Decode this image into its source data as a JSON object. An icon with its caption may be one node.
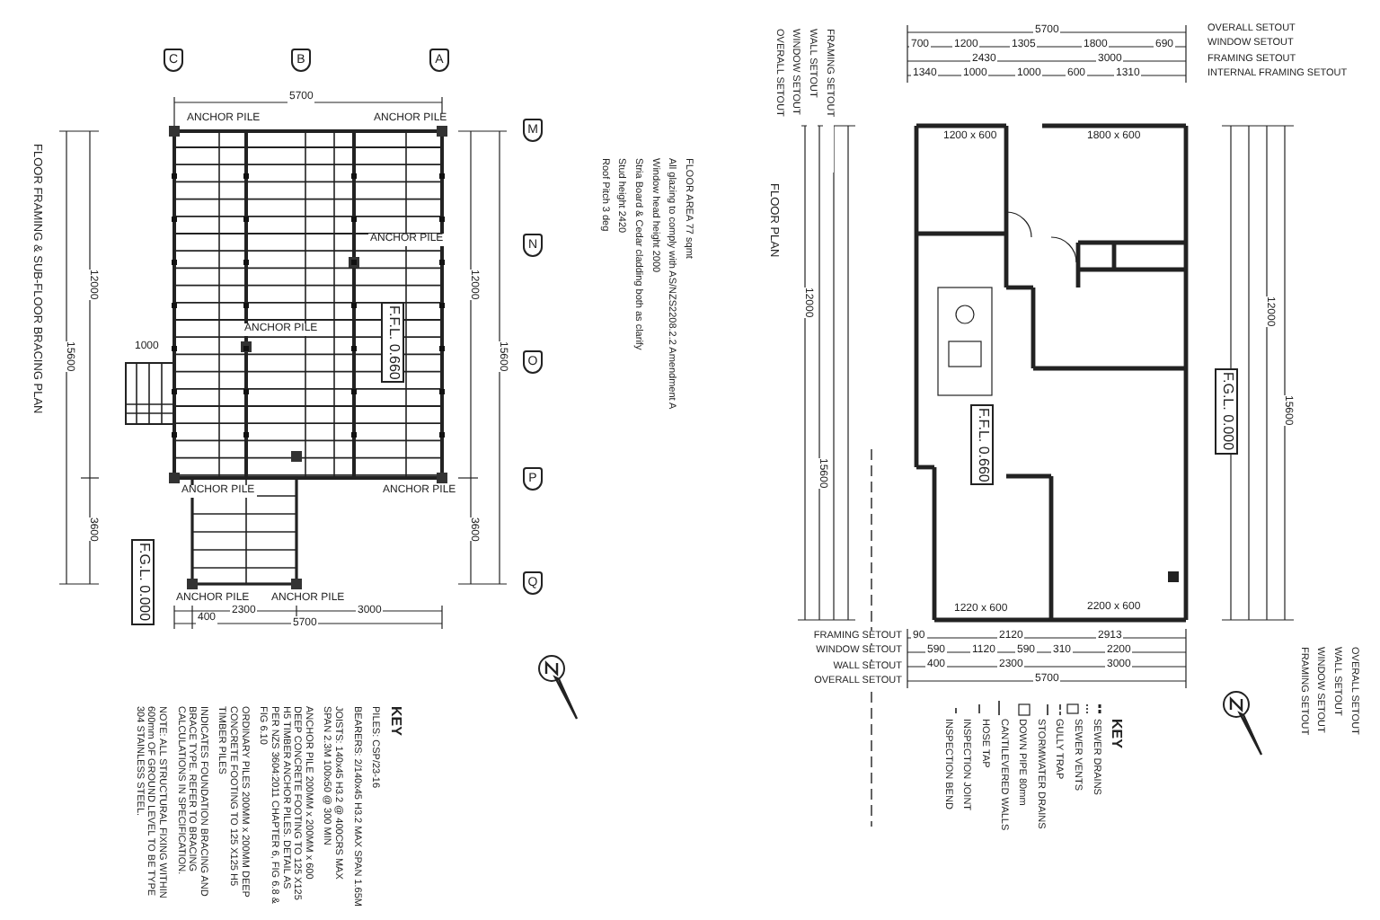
{
  "diagram": {
    "nodes": [
      {
        "text": [
          "C"
        ]
      },
      {
        "text": [
          "B"
        ]
      },
      {
        "text": [
          "A"
        ]
      },
      {
        "text": [
          "M"
        ]
      },
      {
        "text": [
          "N"
        ]
      },
      {
        "text": [
          "O"
        ]
      },
      {
        "text": [
          "P"
        ]
      },
      {
        "text": [
          "Q"
        ]
      }
    ],
    "labels": [
      "5700",
      "ANCHOR PILE",
      "ANCHOR PILE",
      "ANCHOR PILE",
      "ANCHOR PILE",
      "F.F.L. 0.660",
      "1000",
      "ANCHOR PILE",
      "ANCHOR PILE",
      "ANCHOR PILE",
      "ANCHOR PILE",
      "F.G.L. 0.000",
      "400",
      "2300",
      "3000",
      "5700",
      "15600",
      "12000",
      "3600",
      "12000",
      "15600",
      "3600",
      "FLOOR FRAMING & SUB-FLOOR BRACING PLAN",
      "KEY",
      "PILES: CSP/23-16",
      "BEARERS: 2/140x45 H3.2 MAX SPAN 1.65M",
      "JOISTS: 140x45 H3.2 @ 400CRS MAX SPAN 2.3M 100x50 @ 300 MIN",
      "ANCHOR PILE 200MM x 200MM x 600 DEEP CONCRETE FOOTING TO 125 X125 H5 TIMBER ANCHOR PILES. DETAIL AS PER NZS 3604:2011 CHAPTER 6, FIG 6.8 & FIG 6.10",
      "ORDINARY PILES 200MM x 200MM DEEP CONCRETE FOOTING TO 125 X125 H5 TIMBER PILES",
      "INDICATES FOUNDATION BRACING AND BRACE TYPE. REFER TO BRACING CALCULATIONS IN SPECIFICATION.",
      "NOTE: ALL STRUCTURAL FIXING WITHIN 600mm OF GROUND LEVEL TO BE TYPE 304 STAINLESS STEEL.",
      "FLOOR PLAN",
      "Roof Pitch 3 deg",
      "Stud height 2420",
      "Stria Board & Cedar cladding both as clarify",
      "Window head height 2000",
      "All glazing to comply with AS/NZS2208.2.2 Amendment A",
      "FLOOR AREA 77 sqmt",
      "OVERALL SETOUT",
      "WINDOW SETOUT",
      "WALL SETOUT",
      "FRAMING SETOUT",
      "12000",
      "15600",
      "5700",
      "700",
      "1200",
      "1305",
      "1800",
      "690",
      "2430",
      "3000",
      "1340",
      "1000",
      "1000",
      "600",
      "1310",
      "OVERALL SETOUT",
      "WINDOW SETOUT",
      "FRAMING SETOUT",
      "INTERNAL FRAMING SETOUT",
      "1200 x 600",
      "1800 x 600",
      "F.F.L. 0.660",
      "F.G.L. 0.000",
      "2200 x 600",
      "1220 x 600",
      "12000",
      "15600",
      "FRAMING SETOUT",
      "WINDOW SETOUT",
      "WALL SETOUT",
      "OVERALL SETOUT",
      "FRAMING SETOUT",
      "WINDOW SETOUT",
      "WALL SETOUT",
      "OVERALL SETOUT",
      "90",
      "2120",
      "2913",
      "590",
      "1120",
      "590",
      "310",
      "2200",
      "400",
      "2300",
      "3000",
      "5700",
      "KEY",
      "SEWER DRAINS",
      "SEWER VENTS",
      "GULLY TRAP",
      "STORMWATER DRAINS",
      "DOWN PIPE 80mm",
      "CANTILEVERED WALLS",
      "HOSE TAP",
      "INSPECTION JOINT",
      "INSPECTION BEND"
    ]
  }
}
